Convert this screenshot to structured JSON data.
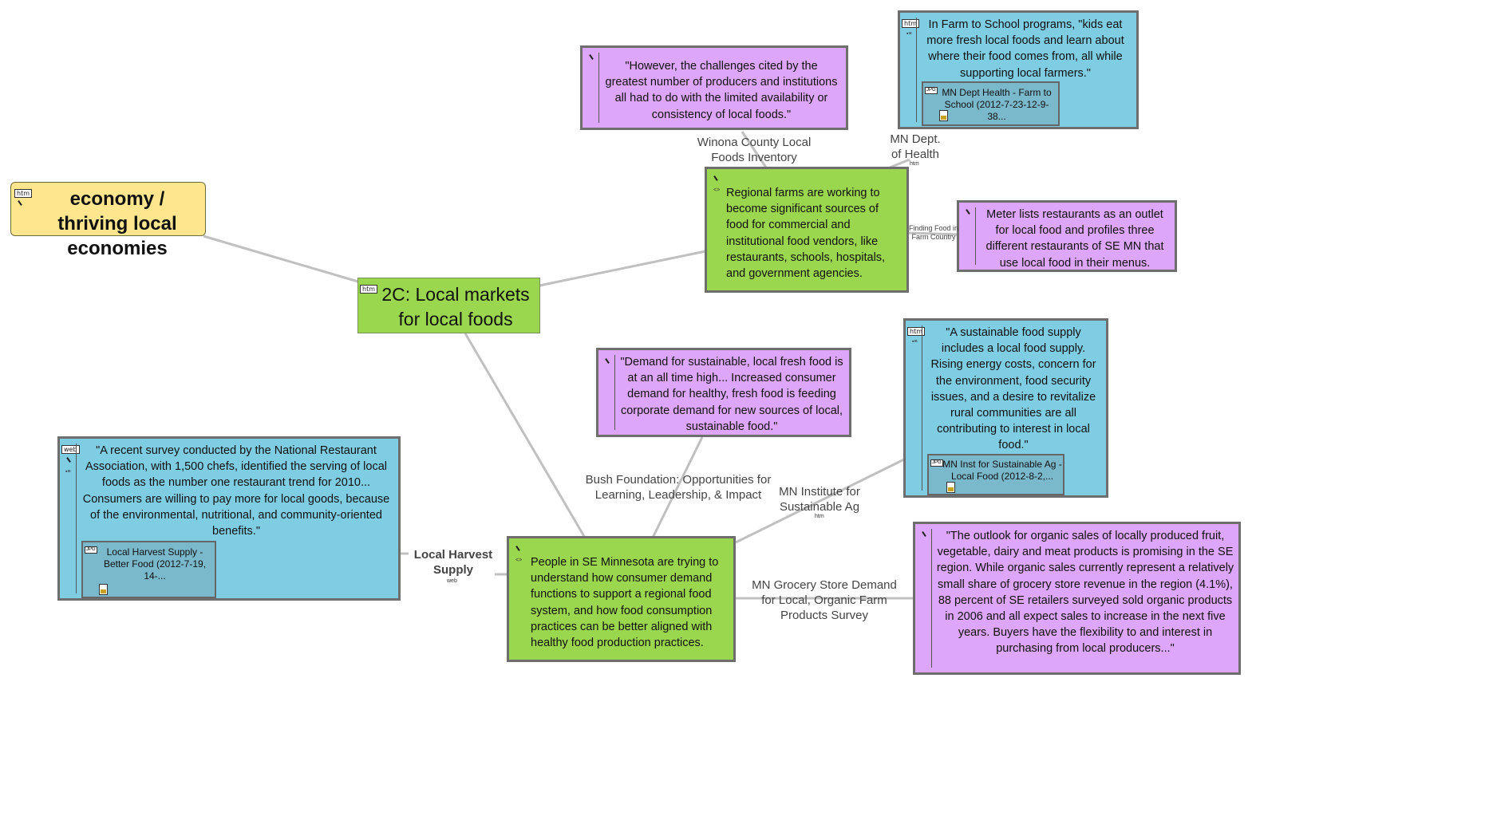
{
  "topic": {
    "tag": "htm",
    "title": "economy / thriving local economies"
  },
  "center": {
    "tag": "htm",
    "title": "2C: Local markets for local foods"
  },
  "node_regional_farms": {
    "text": "Regional farms are working to become significant sources of food for commercial and institutional food vendors, like restaurants, schools, hospitals, and government agencies."
  },
  "node_people_se_mn": {
    "text": "People in SE Minnesota are trying to understand how consumer demand functions to support a regional food system, and how food consumption practices can be better aligned with healthy food production practices."
  },
  "quote_winona": {
    "text": "\"However, the challenges cited by the greatest number of producers and institutions all had to do with the limited availability or consistency of local foods.\""
  },
  "quote_farm_school": {
    "tag": "htm",
    "text": "In Farm to School programs, \"kids eat more fresh local foods and learn about where their food comes from, all while supporting local farmers.\"",
    "doc": "MN Dept Health - Farm to School (2012-7-23-12-9-38..."
  },
  "quote_meter": {
    "text": "Meter lists restaurants as an outlet for local food and profiles three different restaurants of SE MN that use local food in their menus."
  },
  "quote_demand": {
    "text": "\"Demand for sustainable, local fresh food is at an all time high... Increased consumer demand for healthy, fresh food is feeding corporate demand for new sources of local, sustainable food.\""
  },
  "quote_sustainable": {
    "tag": "htm",
    "text": "\"A sustainable food supply includes a local food supply. Rising energy costs, concern for the environment, food security issues, and a desire to revitalize rural communities are all contributing to interest in local food.\"",
    "doc": "MN Inst for Sustainable Ag - Local Food (2012-8-2,..."
  },
  "quote_survey": {
    "tag": "web",
    "text": "\"A recent survey conducted by the National Restaurant Association, with 1,500 chefs, identified the serving of local foods as the number one restaurant trend for 2010... Consumers are willing to pay more for local goods, because of the environmental, nutritional, and community-oriented benefits.\"",
    "doc": "Local Harvest Supply - Better Food (2012-7-19, 14-..."
  },
  "quote_organic": {
    "text": "\"The outlook for organic sales of locally produced fruit, vegetable, dairy and meat products is promising in the SE region. While organic sales currently represent a relatively small share of grocery store revenue in the region (4.1%), 88 percent of SE retailers surveyed sold organic products in 2006 and all expect sales to increase in the next five years. Buyers have the flexibility to and interest in purchasing from local producers...\""
  },
  "labels": {
    "winona": "Winona County Local Foods Inventory",
    "mn_health": "MN Dept. of Health",
    "mn_health_tag": "htm",
    "finding_food": "Finding Food in Farm Country",
    "bush": "Bush Foundation: Opportunities for Learning, Leadership, & Impact",
    "mn_institute": "MN Institute for Sustainable Ag",
    "mn_institute_tag": "htm",
    "local_harvest": "Local Harvest Supply",
    "local_harvest_tag": "web",
    "mn_grocery": "MN Grocery Store Demand for Local, Organic Farm Products Survey"
  },
  "colors": {
    "purple": "#dea6fa",
    "blue": "#7fcde3",
    "green": "#9ad64e",
    "yellow": "#fde68d",
    "link": "#c0c0c0"
  }
}
